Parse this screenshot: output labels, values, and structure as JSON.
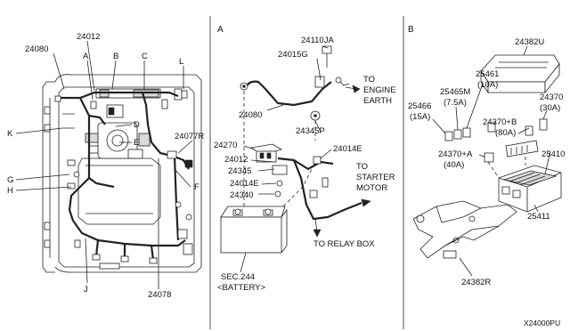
{
  "sections": {
    "a": "A",
    "b": "B"
  },
  "main": {
    "p24080": "24080",
    "p24012": "24012",
    "A": "A",
    "B": "B",
    "C": "C",
    "L": "L",
    "K": "K",
    "D": "D",
    "E": "E",
    "G": "G",
    "H": "H",
    "F": "F",
    "J": "J",
    "p24077R": "24077R",
    "p24078": "24078"
  },
  "sectionA": {
    "p24110JA": "24110JA",
    "p24015G": "24015G",
    "engine_earth": [
      "TO",
      "ENGINE",
      "EARTH"
    ],
    "p24080": "24080",
    "p24345P": "24345P",
    "p24270": "24270",
    "p24014E_top": "24014E",
    "p24012": "24012",
    "p24345": "24345",
    "p24014E_bot": "24014E",
    "p24340": "24340",
    "starter_motor": [
      "TO",
      "STARTER",
      "MOTOR"
    ],
    "relay_box": "TO RELAY BOX",
    "battery": [
      "SEC.244",
      "<BATTERY>"
    ]
  },
  "sectionB": {
    "p24382U": "24382U",
    "p25461": [
      "25461",
      "(10A)"
    ],
    "p25465M": [
      "25465M",
      "(7.5A)"
    ],
    "p25466": [
      "25466",
      "(15A)"
    ],
    "p24370": [
      "24370",
      "(30A)"
    ],
    "p24370B": [
      "24370+B",
      "(80A)"
    ],
    "p24370A": [
      "24370+A",
      "(40A)"
    ],
    "p25410": "25410",
    "p25411": "25411",
    "p24382R": "24382R"
  },
  "footer_code": "X24000PU"
}
